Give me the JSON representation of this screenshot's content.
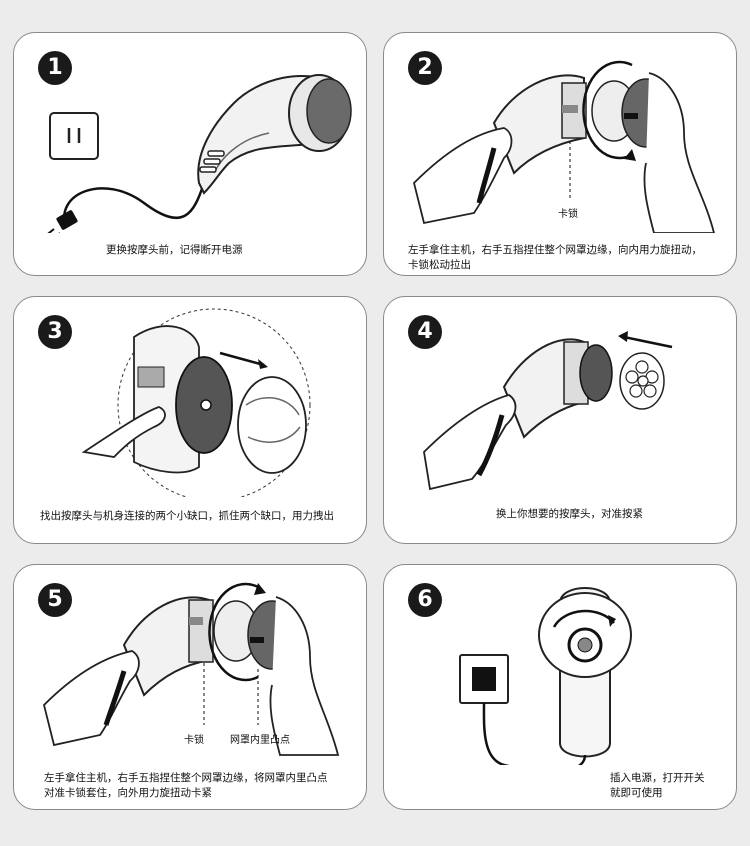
{
  "steps": [
    {
      "number": "1",
      "caption_lines": [
        "更换按摩头前，记得断开电源"
      ]
    },
    {
      "number": "2",
      "caption_lines": [
        "左手拿住主机，右手五指捏住整个网罩边缘，向内用力旋扭动，",
        "卡锁松动拉出"
      ],
      "callouts": [
        "卡锁"
      ]
    },
    {
      "number": "3",
      "caption_lines": [
        "找出按摩头与机身连接的两个小缺口，抓住两个缺口，用力拽出"
      ]
    },
    {
      "number": "4",
      "caption_lines": [
        "换上你想要的按摩头，对准按紧"
      ]
    },
    {
      "number": "5",
      "caption_lines": [
        "左手拿住主机，右手五指捏住整个网罩边缘，将网罩内里凸点",
        "对准卡锁套住，向外用力旋扭动卡紧"
      ],
      "callouts": [
        "卡锁",
        "网罩内里凸点"
      ]
    },
    {
      "number": "6",
      "caption_lines": [
        "插入电源，打开开关",
        "就即可使用"
      ]
    }
  ],
  "icons": [
    "power-outlet-icon",
    "plug-icon",
    "rotate-arrow-icon",
    "push-arrow-icon"
  ]
}
